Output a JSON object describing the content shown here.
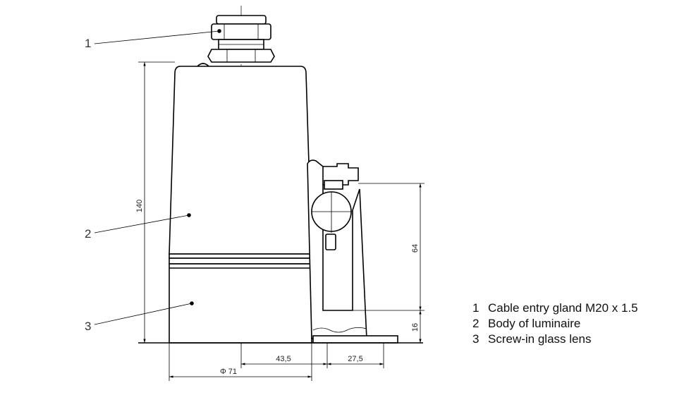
{
  "callouts": [
    {
      "number": "1"
    },
    {
      "number": "2"
    },
    {
      "number": "3"
    }
  ],
  "dimensions": {
    "height_total": "140",
    "height_bracket": "64",
    "height_base": "16",
    "offset_center": "43,5",
    "foot_width": "27,5",
    "diameter": "Φ 71"
  },
  "legend": [
    {
      "number": "1",
      "label": "Cable entry gland M20 x 1.5"
    },
    {
      "number": "2",
      "label": "Body of luminaire"
    },
    {
      "number": "3",
      "label": "Screw-in glass lens"
    }
  ]
}
